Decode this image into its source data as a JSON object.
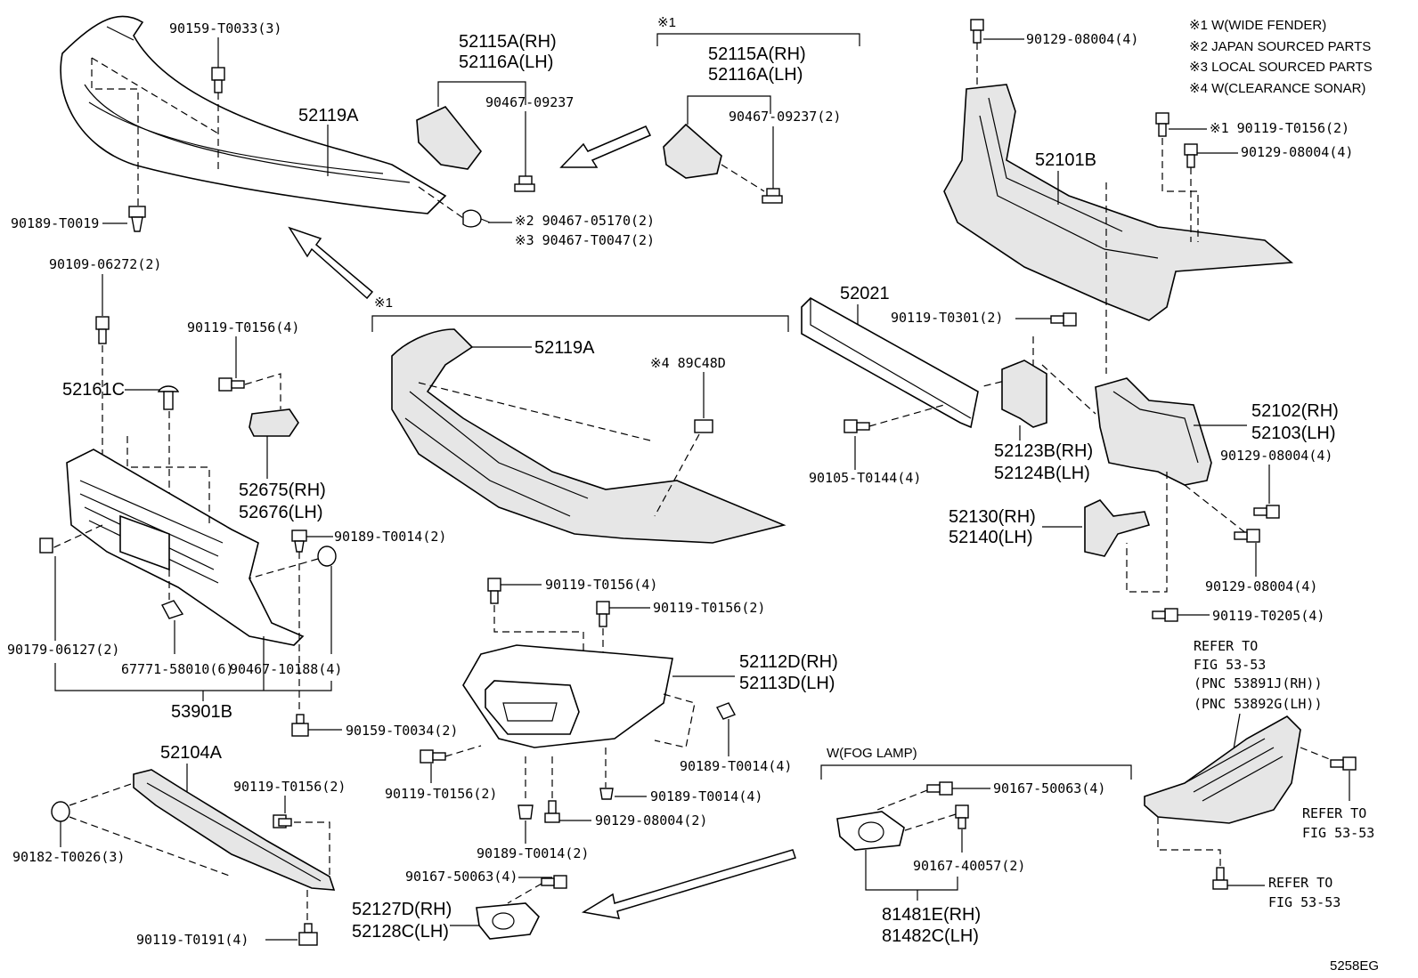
{
  "notes": [
    "※1 W(WIDE FENDER)",
    "※2 JAPAN SOURCED PARTS",
    "※3 LOCAL SOURCED PARTS",
    "※4 W(CLEARANCE SONAR)"
  ],
  "group_marks": {
    "wide_fender_top": "※1",
    "wide_fender_mid": "※1",
    "fog_lamp": "W(FOG LAMP)"
  },
  "labels": {
    "p90159_T0033": "90159-T0033(3)",
    "p52119A_top": "52119A",
    "p90189_T0019": "90189-T0019",
    "p52115A_left": "52115A(RH)",
    "p52116A_left": "52116A(LH)",
    "p90467_09237_left": "90467-09237",
    "p90467_05170": "※2 90467-05170(2)",
    "p90467_T0047": "※3 90467-T0047(2)",
    "p52115A_right": "52115A(RH)",
    "p52116A_right": "52116A(LH)",
    "p90467_09237_right": "90467-09237(2)",
    "p90129_08004_top": "90129-08004(4)",
    "p90119_T0156_wf": "※1 90119-T0156(2)",
    "p90129_08004_r2": "90129-08004(4)",
    "p52101B": "52101B",
    "p90109_06272": "90109-06272(2)",
    "p90119_T0156_4a": "90119-T0156(4)",
    "p52161C": "52161C",
    "p52675": "52675(RH)",
    "p52676": "52676(LH)",
    "p90189_T0014_2a": "90189-T0014(2)",
    "p90179_06127": "90179-06127(2)",
    "p67771_58010": "67771-58010(6)",
    "p90467_10188": "90467-10188(4)",
    "p53901B": "53901B",
    "p90159_T0034": "90159-T0034(2)",
    "p52119A_mid": "52119A",
    "p89C48D": "※4 89C48D",
    "p52021": "52021",
    "p90119_T0301": "90119-T0301(2)",
    "p90105_T0144": "90105-T0144(4)",
    "p52123B": "52123B(RH)",
    "p52124B": "52124B(LH)",
    "p52102": "52102(RH)",
    "p52103": "52103(LH)",
    "p90129_08004_r3": "90129-08004(4)",
    "p52130": "52130(RH)",
    "p52140": "52140(LH)",
    "p90129_08004_r4": "90129-08004(4)",
    "p90119_T0205": "90119-T0205(4)",
    "p90119_T0156_4b": "90119-T0156(4)",
    "p90119_T0156_2a": "90119-T0156(2)",
    "p52112D": "52112D(RH)",
    "p52113D": "52113D(LH)",
    "p90189_T0014_4a": "90189-T0014(4)",
    "p90119_T0156_2b": "90119-T0156(2)",
    "p90189_T0014_4b": "90189-T0014(4)",
    "p90129_08004_2": "90129-08004(2)",
    "p90189_T0014_2b": "90189-T0014(2)",
    "p52104A": "52104A",
    "p90119_T0156_2c": "90119-T0156(2)",
    "p90182_T0026": "90182-T0026(3)",
    "p90119_T0191": "90119-T0191(4)",
    "p90167_50063_a": "90167-50063(4)",
    "p52127D": "52127D(RH)",
    "p52128C": "52128C(LH)",
    "p90167_50063_b": "90167-50063(4)",
    "p90167_40057": "90167-40057(2)",
    "p81481E": "81481E(RH)",
    "p81482C": "81482C(LH)",
    "refer1_a": "REFER TO",
    "refer1_b": "FIG 53-53",
    "refer1_c": "(PNC 53891J(RH))",
    "refer1_d": "(PNC 53892G(LH))",
    "refer2_a": "REFER TO",
    "refer2_b": "FIG 53-53",
    "refer3_a": "REFER TO",
    "refer3_b": "FIG 53-53",
    "figure_code": "5258EG"
  }
}
